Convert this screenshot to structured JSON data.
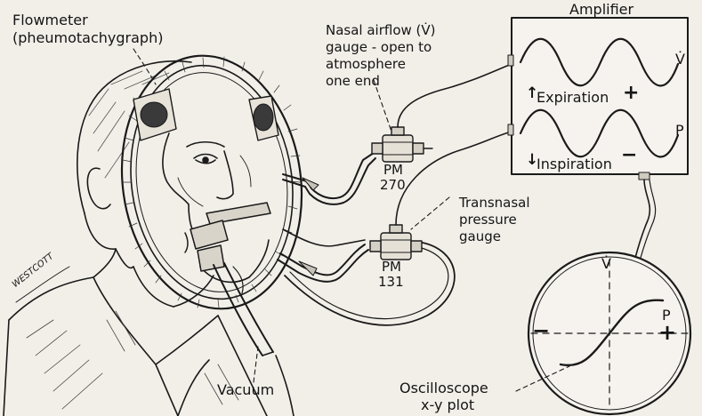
{
  "labels": {
    "flowmeter_line1": "Flowmeter",
    "flowmeter_line2": "(pheumotachygraph)",
    "nasal_line1": "Nasal airflow (V̇)",
    "nasal_line2": "gauge - open to",
    "nasal_line3": "atmosphere",
    "nasal_line4": "one end",
    "amplifier": "Amplifier",
    "pm270_line1": "PM",
    "pm270_line2": "270",
    "pm131_line1": "PM",
    "pm131_line2": "131",
    "transnasal_line1": "Transnasal",
    "transnasal_line2": "pressure",
    "transnasal_line3": "gauge",
    "expiration": "Expiration",
    "inspiration": "Inspiration",
    "plus": "+",
    "minus": "−",
    "arrow_up": "↑",
    "arrow_down": "↓",
    "v_dot": "V̇",
    "p": "P",
    "scope_v": "V̇",
    "scope_p": "P",
    "scope_minus": "−",
    "scope_plus": "+",
    "vacuum": "Vacuum",
    "oscilloscope_line1": "Oscilloscope",
    "oscilloscope_line2": "x-y plot",
    "signature": "WESTCOTT"
  }
}
